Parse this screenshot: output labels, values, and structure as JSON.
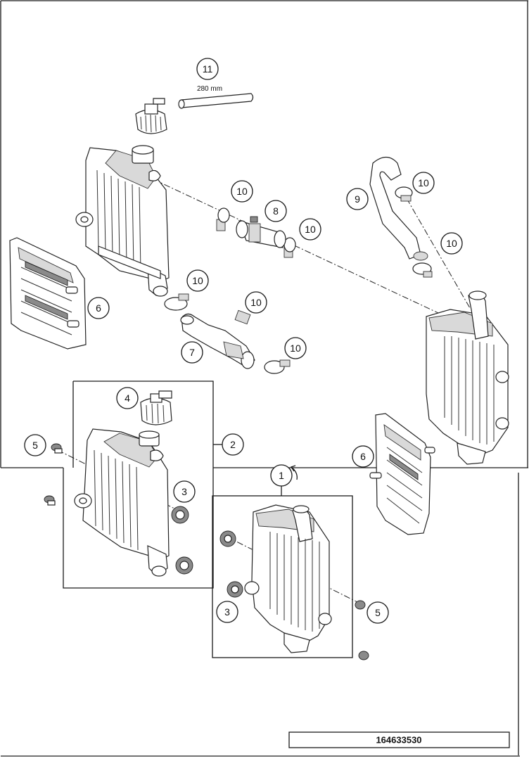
{
  "callouts": {
    "c1": "1",
    "c2": "2",
    "c3a": "3",
    "c3b": "3",
    "c4": "4",
    "c5a": "5",
    "c5b": "5",
    "c6a": "6",
    "c6b": "6",
    "c7": "7",
    "c8": "8",
    "c9": "9",
    "c10a": "10",
    "c10b": "10",
    "c10c": "10",
    "c10d": "10",
    "c10e": "10",
    "c10f": "10",
    "c10g": "10",
    "c11": "11"
  },
  "hose_length_note": "280 mm",
  "document_number": "164633530"
}
